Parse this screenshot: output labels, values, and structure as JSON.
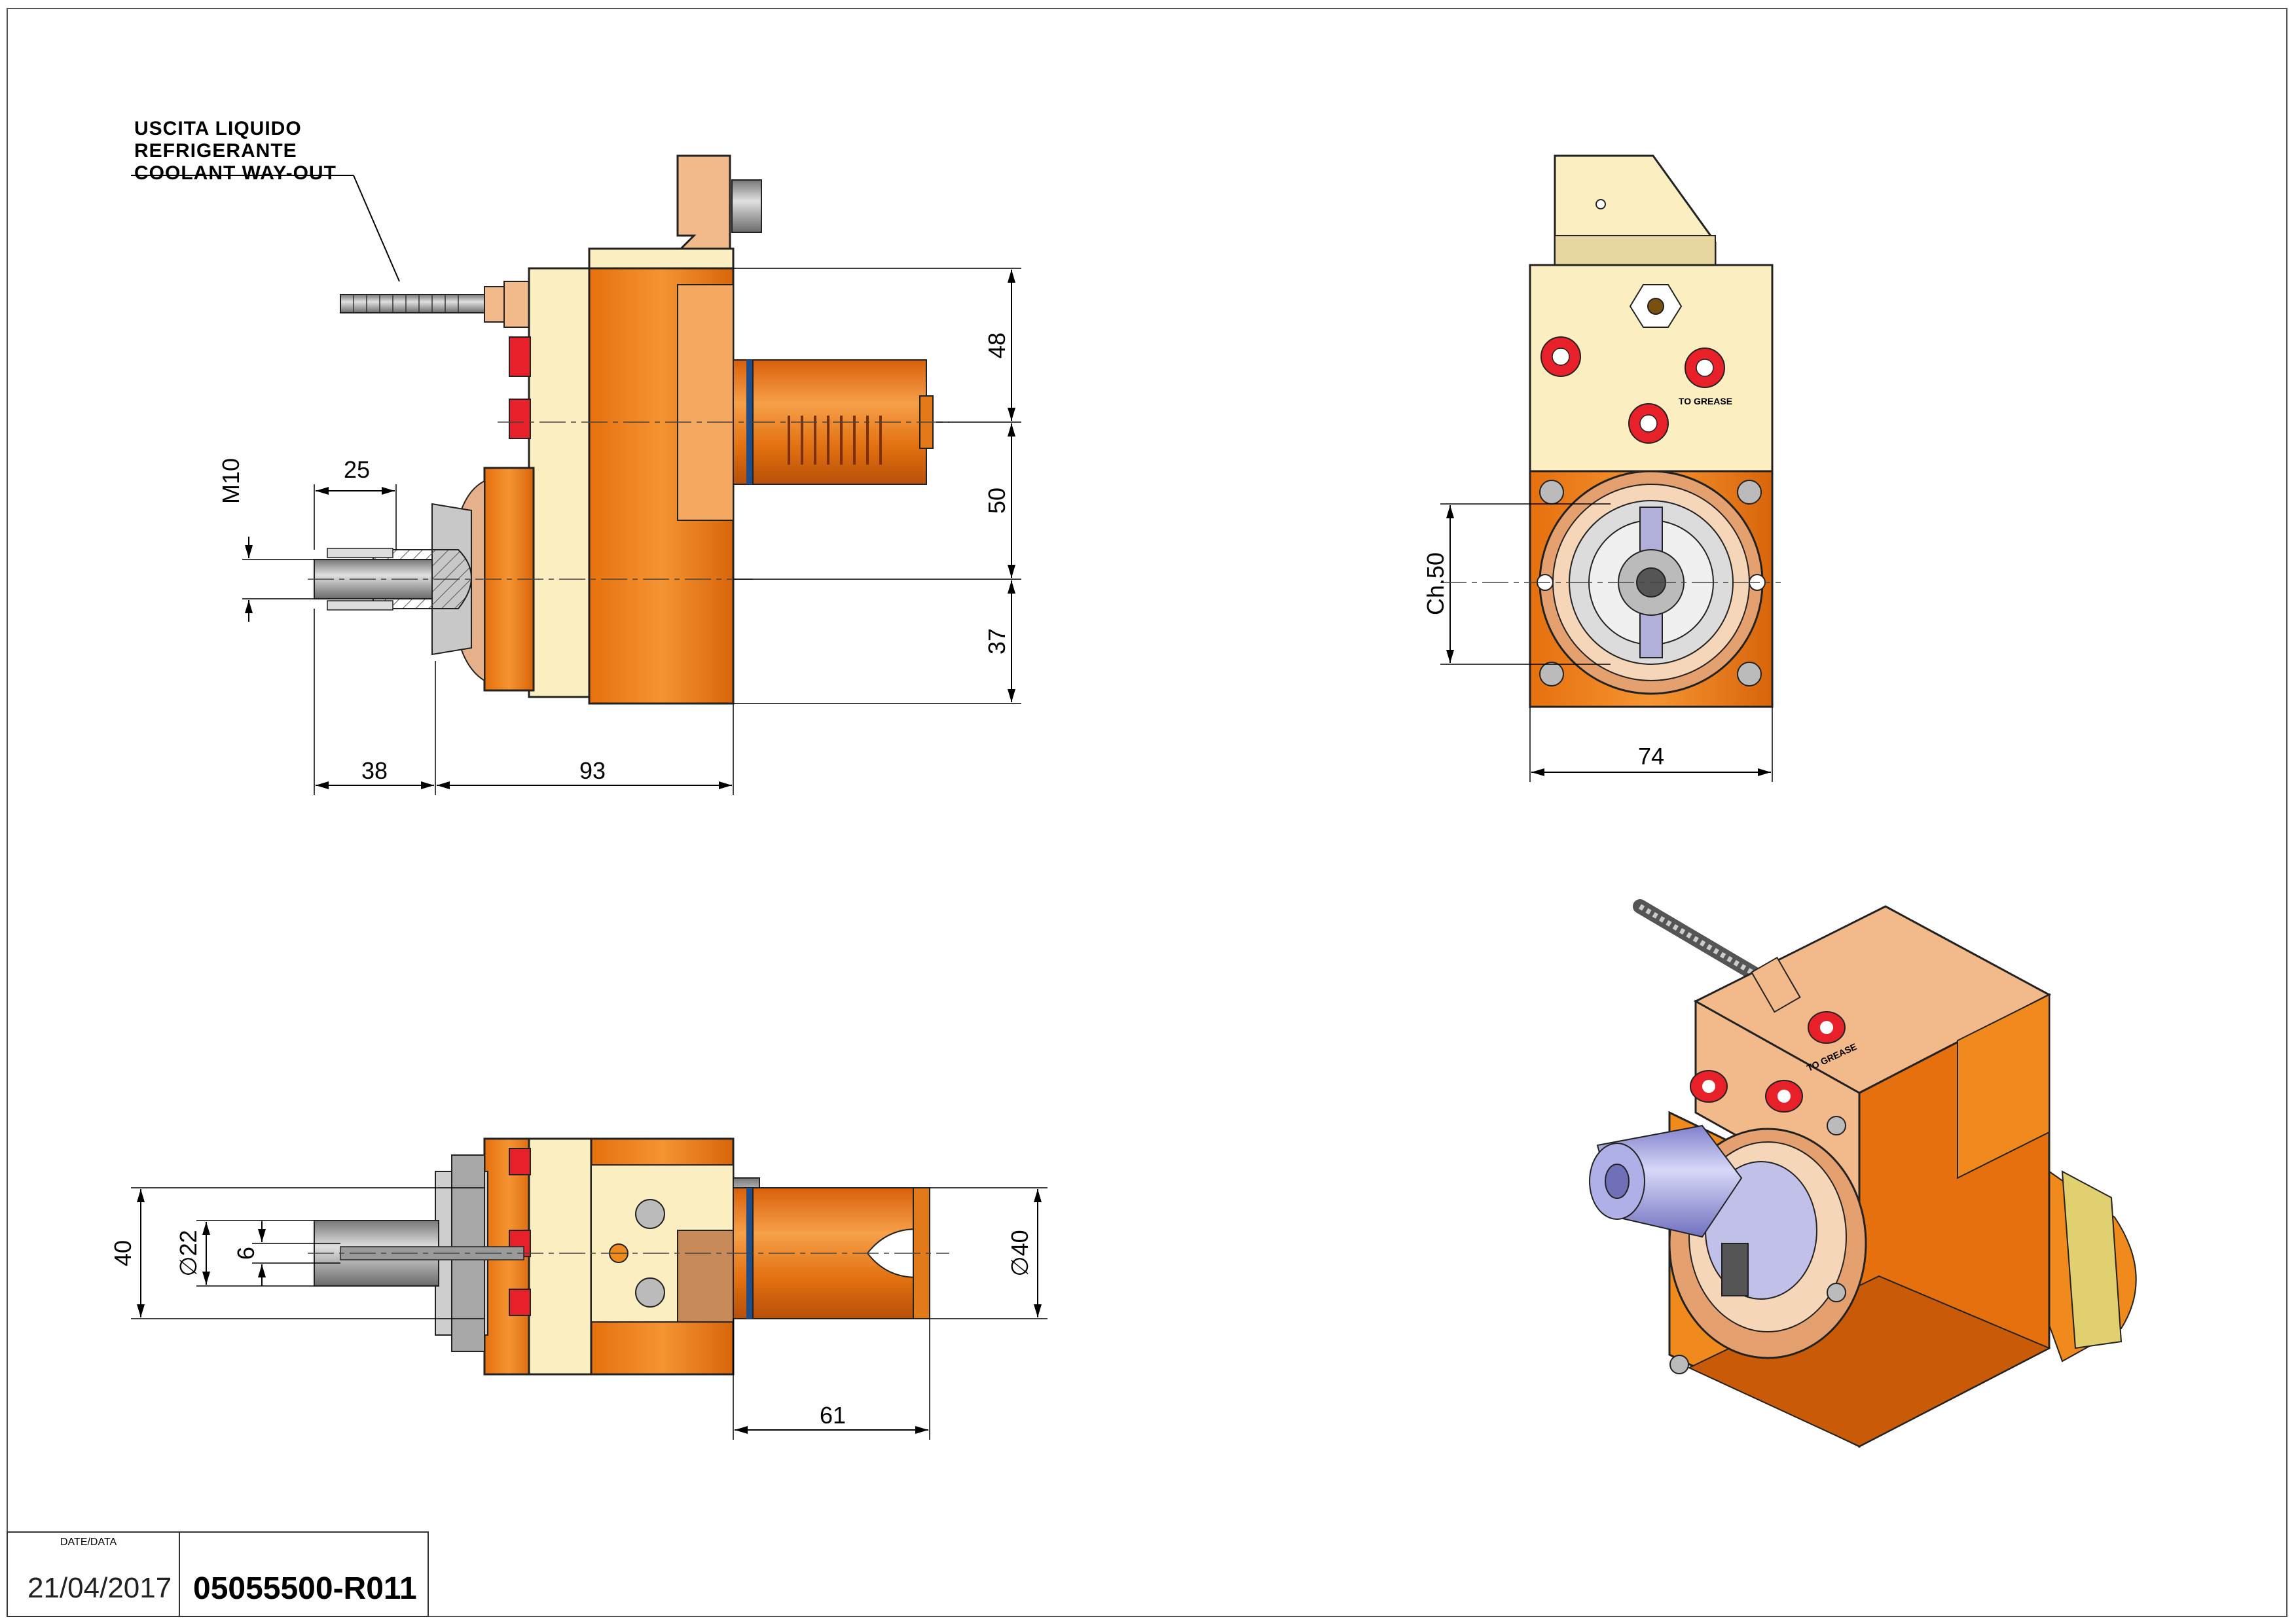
{
  "callout": {
    "line1": "USCITA LIQUIDO",
    "line2": "REFRIGERANTE",
    "line3": "COOLANT WAY-OUT"
  },
  "front_view": {
    "dim_48": "48",
    "dim_50": "50",
    "dim_37": "37",
    "dim_25": "25",
    "dim_m10": "M10",
    "dim_38": "38",
    "dim_93": "93"
  },
  "side_view": {
    "dim_ch50": "Ch.50",
    "dim_74": "74",
    "grease_label": "TO GREASE"
  },
  "top_view": {
    "dim_40_left": "40",
    "dim_d22": "∅22",
    "dim_6": "6",
    "dim_d40": "∅40",
    "dim_61": "61"
  },
  "iso_view": {
    "grease_label": "TO GREASE"
  },
  "title_block": {
    "date_label": "DATE/DATA",
    "date": "21/04/2017",
    "code": "05055500-R011"
  },
  "colors": {
    "orange": "#f08a1c",
    "orange_dark": "#c85a08",
    "cream": "#fbeec0",
    "tan": "#f2b98a",
    "copper": "#c96a2a",
    "red": "#e8202a",
    "lavender": "#a6a6e8",
    "steel": "#9a9a9a"
  }
}
